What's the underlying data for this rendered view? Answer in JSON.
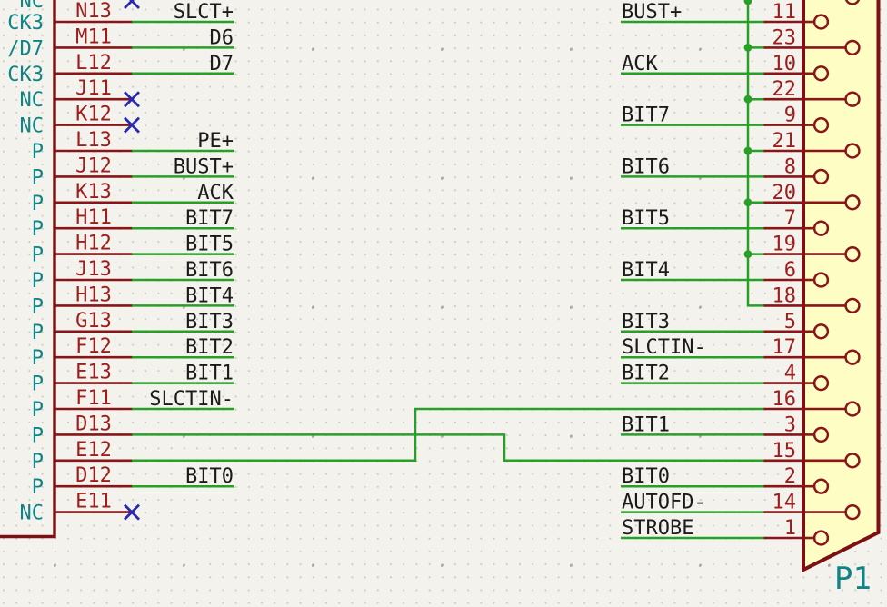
{
  "schematic": {
    "left_component": {
      "clipped_top_pin_name": "NC",
      "pins": [
        {
          "number": "N13",
          "name": "CK3",
          "label": "SLCT+"
        },
        {
          "number": "M11",
          "name": "/D7",
          "label": "D6"
        },
        {
          "number": "L12",
          "name": "CK3",
          "label": "D7"
        },
        {
          "number": "J11",
          "name": "NC",
          "label": ""
        },
        {
          "number": "K12",
          "name": "NC",
          "label": ""
        },
        {
          "number": "L13",
          "name": "P",
          "label": "PE+"
        },
        {
          "number": "J12",
          "name": "P",
          "label": "BUST+"
        },
        {
          "number": "K13",
          "name": "P",
          "label": "ACK"
        },
        {
          "number": "H11",
          "name": "P",
          "label": "BIT7"
        },
        {
          "number": "H12",
          "name": "P",
          "label": "BIT5"
        },
        {
          "number": "J13",
          "name": "P",
          "label": "BIT6"
        },
        {
          "number": "H13",
          "name": "P",
          "label": "BIT4"
        },
        {
          "number": "G13",
          "name": "P",
          "label": "BIT3"
        },
        {
          "number": "F12",
          "name": "P",
          "label": "BIT2"
        },
        {
          "number": "E13",
          "name": "P",
          "label": "BIT1"
        },
        {
          "number": "F11",
          "name": "P",
          "label": "SLCTIN-"
        },
        {
          "number": "D13",
          "name": "P",
          "label": ""
        },
        {
          "number": "E12",
          "name": "P",
          "label": ""
        },
        {
          "number": "D12",
          "name": "P",
          "label": "BIT0"
        },
        {
          "number": "E11",
          "name": "NC",
          "label": ""
        }
      ]
    },
    "connector": {
      "reference": "P1",
      "pins": [
        {
          "number": "11",
          "label": "BUST+"
        },
        {
          "number": "23",
          "label": ""
        },
        {
          "number": "10",
          "label": "ACK"
        },
        {
          "number": "22",
          "label": ""
        },
        {
          "number": "9",
          "label": "BIT7"
        },
        {
          "number": "21",
          "label": ""
        },
        {
          "number": "8",
          "label": "BIT6"
        },
        {
          "number": "20",
          "label": ""
        },
        {
          "number": "7",
          "label": "BIT5"
        },
        {
          "number": "19",
          "label": ""
        },
        {
          "number": "6",
          "label": "BIT4"
        },
        {
          "number": "18",
          "label": ""
        },
        {
          "number": "5",
          "label": "BIT3"
        },
        {
          "number": "17",
          "label": "SLCTIN-"
        },
        {
          "number": "4",
          "label": "BIT2"
        },
        {
          "number": "16",
          "label": ""
        },
        {
          "number": "3",
          "label": "BIT1"
        },
        {
          "number": "15",
          "label": ""
        },
        {
          "number": "2",
          "label": "BIT0"
        },
        {
          "number": "14",
          "label": "AUTOFD-"
        },
        {
          "number": "1",
          "label": "STROBE"
        }
      ]
    },
    "colors": {
      "background": "#F3F2ED",
      "wire_green": "#28A028",
      "pin_red": "#8A1518",
      "body_outline_red": "#7D1013",
      "pin_number_red": "#9D1D1D",
      "pin_name_teal": "#0F8486",
      "no_connect_blue": "#2A2AB0",
      "net_label_black": "#1B1B1B",
      "connector_fill_yellow": "#FDFDC4"
    }
  }
}
